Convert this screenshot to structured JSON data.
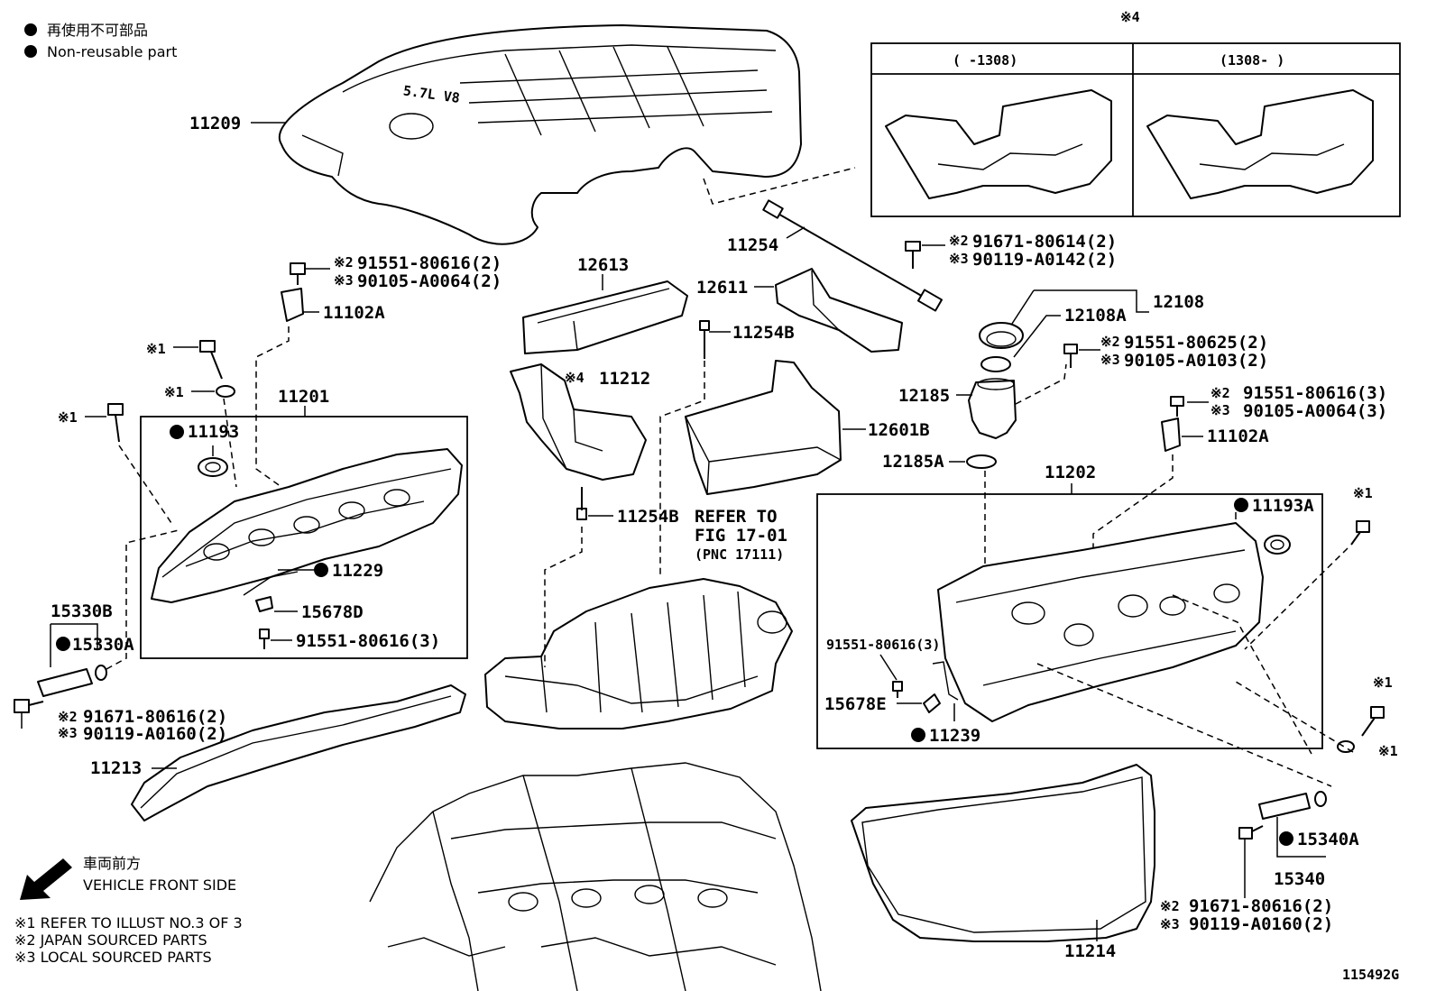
{
  "legend": {
    "non_reusable_jp": "再使用不可部品",
    "non_reusable_en": "Non-reusable part"
  },
  "inset": {
    "marker": "※4",
    "left_header": "(      -1308)",
    "right_header": "(1308-      )"
  },
  "direction": {
    "jp": "車両前方",
    "en": "VEHICLE FRONT SIDE"
  },
  "notes": {
    "n1": "※1  REFER TO ILLUST NO.3 OF 3",
    "n2": "※2 JAPAN SOURCED PARTS",
    "n3": "※3 LOCAL SOURCED PARTS"
  },
  "refer": {
    "l1": "REFER TO",
    "l2": "FIG 17-01",
    "l3": "(PNC 17111)"
  },
  "illust_no": "115492G",
  "marks": {
    "ref1": "※1",
    "ref2": "※2",
    "ref3": "※3",
    "ref4": "※4"
  },
  "engine_text": "5.7L V8",
  "parts": {
    "p11209": "11209",
    "p11254": "11254",
    "p12613": "12613",
    "p12611": "12611",
    "p11254B_top": "11254B",
    "p11254B_bot": "11254B",
    "p11212": "11212",
    "p12601B": "12601B",
    "p12108": "12108",
    "p12108A": "12108A",
    "p12185": "12185",
    "p12185A": "12185A",
    "p11102A_l": "11102A",
    "p11102A_r": "11102A",
    "p11201": "11201",
    "p11193": "11193",
    "p11229": "11229",
    "p15678D": "15678D",
    "p91551_80616_3_l": "91551-80616(3)",
    "p15330B": "15330B",
    "p15330A": "15330A",
    "p11213": "11213",
    "p11202": "11202",
    "p11193A": "11193A",
    "p91551_80616_3_r": "91551-80616(3)",
    "p15678E": "15678E",
    "p11239": "11239",
    "p11214": "11214",
    "p15340A": "15340A",
    "p15340": "15340"
  },
  "bolts": {
    "b1_jp": "91551-80616(2)",
    "b1_loc": "90105-A0064(2)",
    "b2_jp": "91671-80614(2)",
    "b2_loc": "90119-A0142(2)",
    "b3_jp": "91551-80625(2)",
    "b3_loc": "90105-A0103(2)",
    "b4_jp": "91551-80616(3)",
    "b4_loc": "90105-A0064(3)",
    "b5_jp": "91671-80616(2)",
    "b5_loc": "90119-A0160(2)",
    "b6_jp": "91671-80616(2)",
    "b6_loc": "90119-A0160(2)"
  }
}
